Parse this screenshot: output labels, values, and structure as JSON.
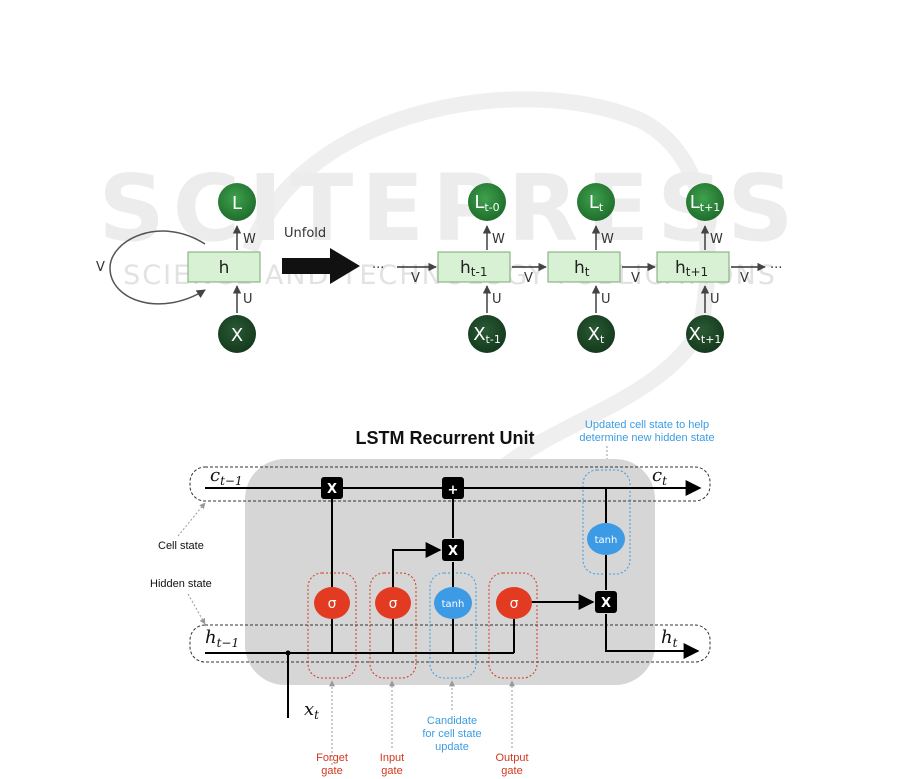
{
  "watermark": {
    "line1": "SCITEPRESS",
    "line2": "SCIENCE AND TECHNOLOGY PUBLICATIONS"
  },
  "rnn": {
    "unfold_label": "Unfold",
    "folded": {
      "loss": "L",
      "hidden": "h",
      "input": "X",
      "w": "W",
      "u": "U",
      "v": "V"
    },
    "ellipsis": "···",
    "steps": [
      {
        "loss": "L",
        "loss_sub": "t-0",
        "hidden": "h",
        "hidden_sub": "t-1",
        "input": "X",
        "input_sub": "t-1"
      },
      {
        "loss": "L",
        "loss_sub": "t",
        "hidden": "h",
        "hidden_sub": "t",
        "input": "X",
        "input_sub": "t"
      },
      {
        "loss": "L",
        "loss_sub": "t+1",
        "hidden": "h",
        "hidden_sub": "t+1",
        "input": "X",
        "input_sub": "t+1"
      }
    ],
    "edge_w": "W",
    "edge_u": "U",
    "edge_v": "V"
  },
  "lstm": {
    "title": "LSTM Recurrent Unit",
    "updated_note_line1": "Updated cell state to help",
    "updated_note_line2": "determine new hidden state",
    "c_prev": "c",
    "c_prev_sub": "t−1",
    "c_next": "c",
    "c_next_sub": "t",
    "h_prev": "h",
    "h_prev_sub": "t−1",
    "h_next": "h",
    "h_next_sub": "t",
    "x_in": "x",
    "x_in_sub": "t",
    "cell_state_label": "Cell state",
    "hidden_state_label": "Hidden state",
    "op_mul": "X",
    "op_add": "+",
    "sigma": "σ",
    "tanh": "tanh",
    "forget_line1": "Forget",
    "forget_line2": "gate",
    "input_line1": "Input",
    "input_line2": "gate",
    "candidate_line1": "Candidate",
    "candidate_line2": "for cell state",
    "candidate_line3": "update",
    "output_line1": "Output",
    "output_line2": "gate"
  },
  "colors": {
    "node_green_light": "#2e8b3e",
    "node_green_dark": "#1e4a2a",
    "hidden_box": "#d8f0d4",
    "gate_red": "#e23b22",
    "gate_blue": "#3d9be6",
    "cell_bg": "#d6d6d6"
  }
}
